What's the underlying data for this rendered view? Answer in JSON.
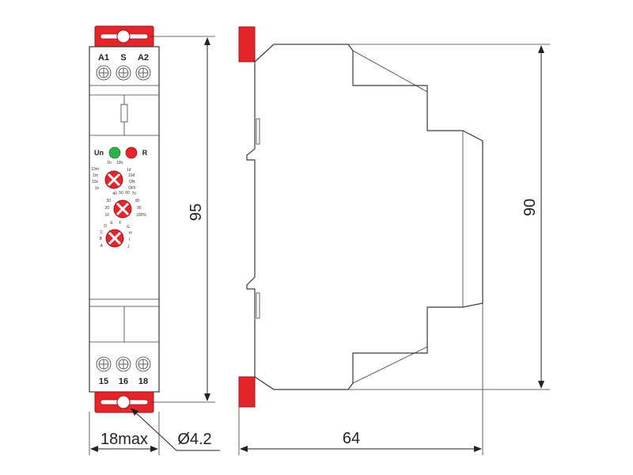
{
  "front": {
    "top_terminals": [
      "A1",
      "S",
      "A2"
    ],
    "bottom_terminals": [
      "15",
      "16",
      "18"
    ],
    "led_power_label": "Un",
    "led_relay_label": "R",
    "colors": {
      "accent": "#e4262c",
      "led_green": "#2db34a",
      "led_red": "#e4262c"
    },
    "knob_range": {
      "labels_left": [
        "10m",
        "1m",
        "10s",
        "1s"
      ],
      "labels_top": [
        "1h",
        "10h"
      ],
      "labels_right": [
        "1d",
        "10d",
        "ON",
        "OFF"
      ]
    },
    "knob_percent": {
      "labels_top": [
        "40",
        "50",
        "60",
        "70"
      ],
      "labels_left": [
        "30",
        "20",
        "10"
      ],
      "labels_right": [
        "80",
        "90",
        "100%"
      ]
    },
    "knob_function": {
      "labels_left": [
        "C",
        "B",
        "A"
      ],
      "labels_top": [
        "D",
        "E",
        "F"
      ],
      "labels_right": [
        "G",
        "H",
        "I",
        "J"
      ]
    }
  },
  "dimensions": {
    "front_height": "95",
    "width": "18max",
    "hole": "Ø4.2",
    "side_height": "90",
    "depth": "64"
  }
}
